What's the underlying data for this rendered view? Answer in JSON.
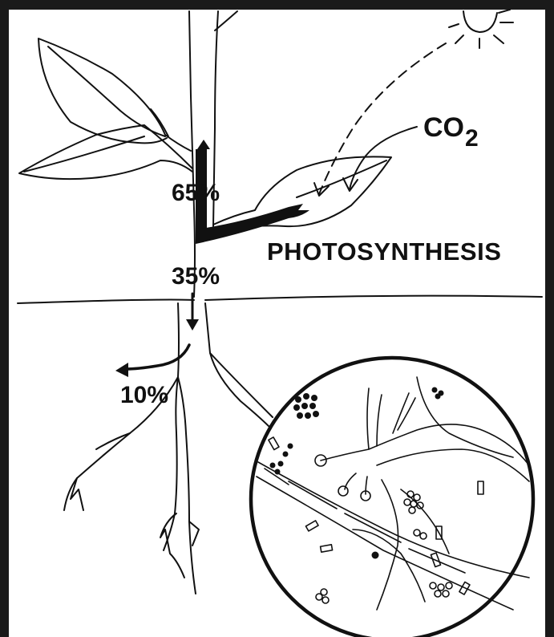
{
  "labels": {
    "shoot_percent": "65%",
    "root_percent": "35%",
    "exudate_percent": "10%",
    "process": "PHOTOSYNTHESIS",
    "gas_main": "CO",
    "gas_sub": "2"
  },
  "icons": {
    "sun": "sun-icon",
    "magnifier": "rhizosphere-magnified-view"
  },
  "colors": {
    "frame": "#1a1a1a",
    "ink": "#111111",
    "paper": "#ffffff"
  }
}
